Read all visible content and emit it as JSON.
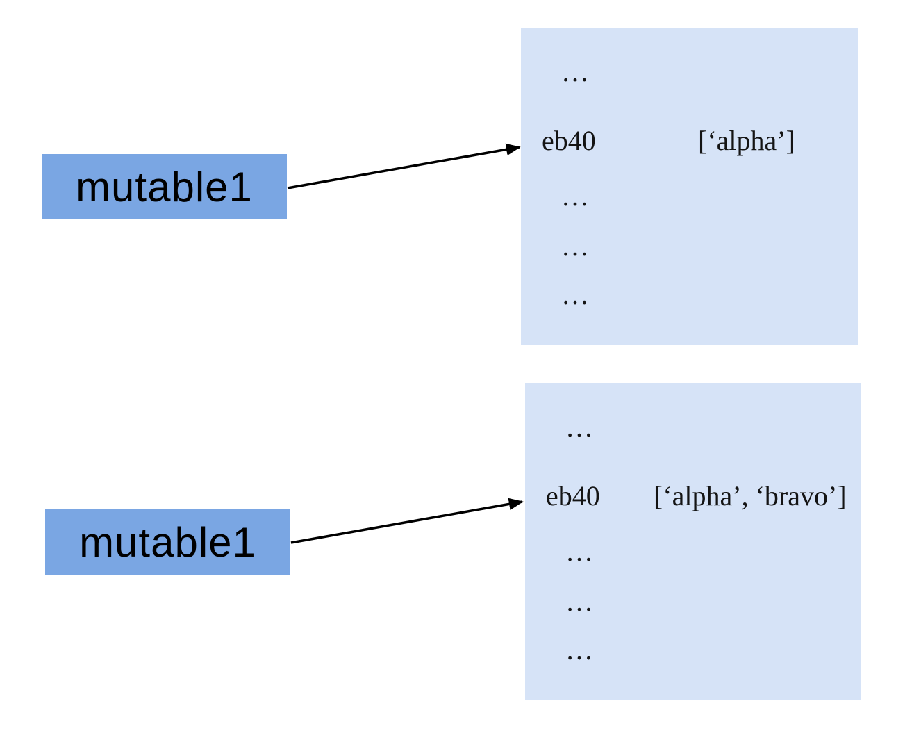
{
  "colors": {
    "label_bg": "#7aa6e3",
    "block_bg": "#d6e3f7",
    "arrow": "#000000"
  },
  "panels": [
    {
      "label": "mutable1",
      "rows": [
        {
          "text": "…"
        },
        {
          "address": "eb40",
          "value": "[‘alpha’]"
        },
        {
          "text": "…"
        },
        {
          "text": "…"
        },
        {
          "text": "…"
        }
      ]
    },
    {
      "label": "mutable1",
      "rows": [
        {
          "text": "…"
        },
        {
          "address": "eb40",
          "value": "[‘alpha’, ‘bravo’]"
        },
        {
          "text": "…"
        },
        {
          "text": "…"
        },
        {
          "text": "…"
        }
      ]
    }
  ]
}
